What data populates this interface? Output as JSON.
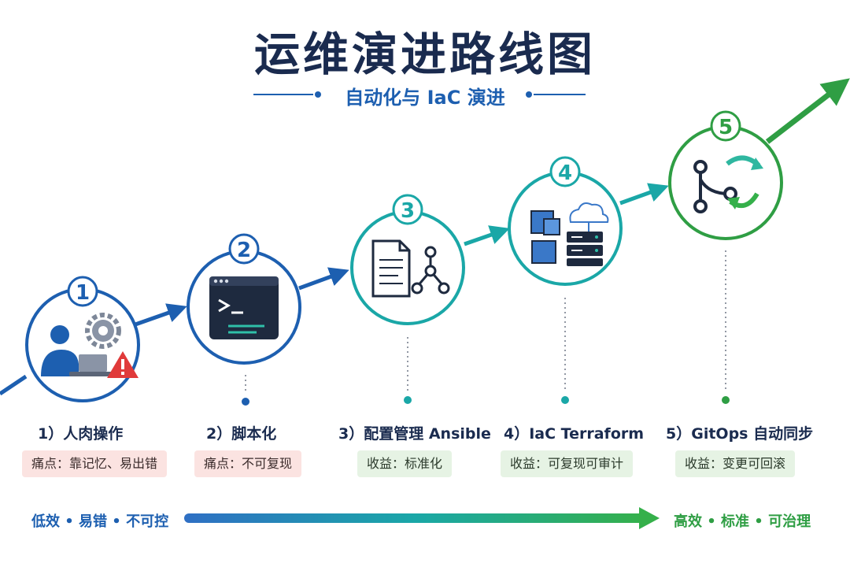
{
  "title": "运维演进路线图",
  "subtitle": "自动化与 IaC 演进",
  "colors": {
    "navy": "#1a2b4f",
    "blue": "#1d5fb0",
    "teal": "#1aa7a7",
    "green": "#2f9e44",
    "red": "#e03a3a"
  },
  "steps": [
    {
      "number": "1",
      "label": "1）人肉操作",
      "badge": "痛点：靠记忆、易出错",
      "badge_kind": "pain",
      "icons": [
        "person-icon",
        "laptop-icon",
        "gear-icon",
        "warning-icon"
      ]
    },
    {
      "number": "2",
      "label": "2）脚本化",
      "badge": "痛点：不可复现",
      "badge_kind": "pain",
      "icons": [
        "terminal-icon"
      ]
    },
    {
      "number": "3",
      "label": "3）配置管理 Ansible",
      "badge": "收益：标准化",
      "badge_kind": "gain",
      "icons": [
        "document-icon",
        "node-graph-icon"
      ]
    },
    {
      "number": "4",
      "label": "4）IaC Terraform",
      "badge": "收益：可复现可审计",
      "badge_kind": "gain",
      "icons": [
        "cubes-icon",
        "cloud-icon",
        "server-icon"
      ]
    },
    {
      "number": "5",
      "label": "5）GitOps 自动同步",
      "badge": "收益：变更可回滚",
      "badge_kind": "gain",
      "icons": [
        "git-branch-icon",
        "sync-icon"
      ]
    }
  ],
  "bottom": {
    "left": "低效 • 易错 • 不可控",
    "right": "高效 • 标准 • 可治理"
  }
}
